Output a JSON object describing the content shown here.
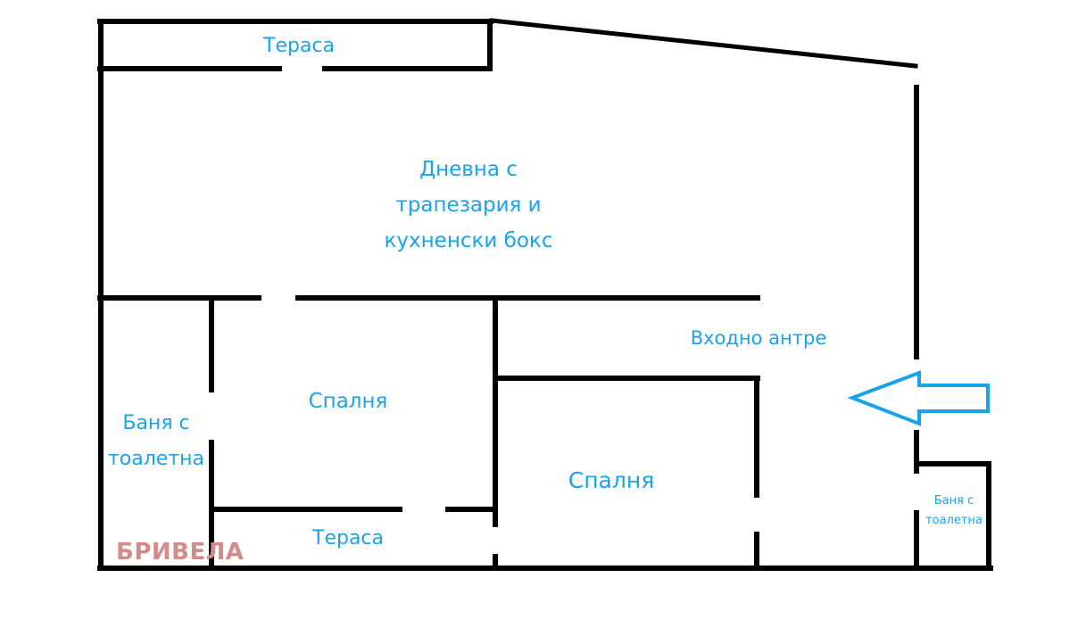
{
  "colors": {
    "wall": "#000000",
    "label": "#1aa3e8",
    "arrow": "#1aa3e8",
    "watermark": "#d38b8b",
    "background": "#ffffff"
  },
  "rooms": {
    "terrace_top": {
      "label": "Тераса"
    },
    "living": {
      "line1": "Дневна с",
      "line2": "трапезария и",
      "line3": "кухненски бокс"
    },
    "entrance_hall": {
      "label": "Входно антре"
    },
    "bedroom_1": {
      "label": "Спалня"
    },
    "bedroom_2": {
      "label": "Спалня"
    },
    "bathroom_left": {
      "line1": "Баня с",
      "line2": "тоалетна"
    },
    "bathroom_right": {
      "line1": "Баня с",
      "line2": "тоалетна"
    },
    "terrace_bottom": {
      "label": "Тераса"
    }
  },
  "entrance_arrow": {
    "icon": "arrow-left-icon",
    "direction": "left"
  },
  "watermark": {
    "text": "БРИВЕЛА"
  }
}
